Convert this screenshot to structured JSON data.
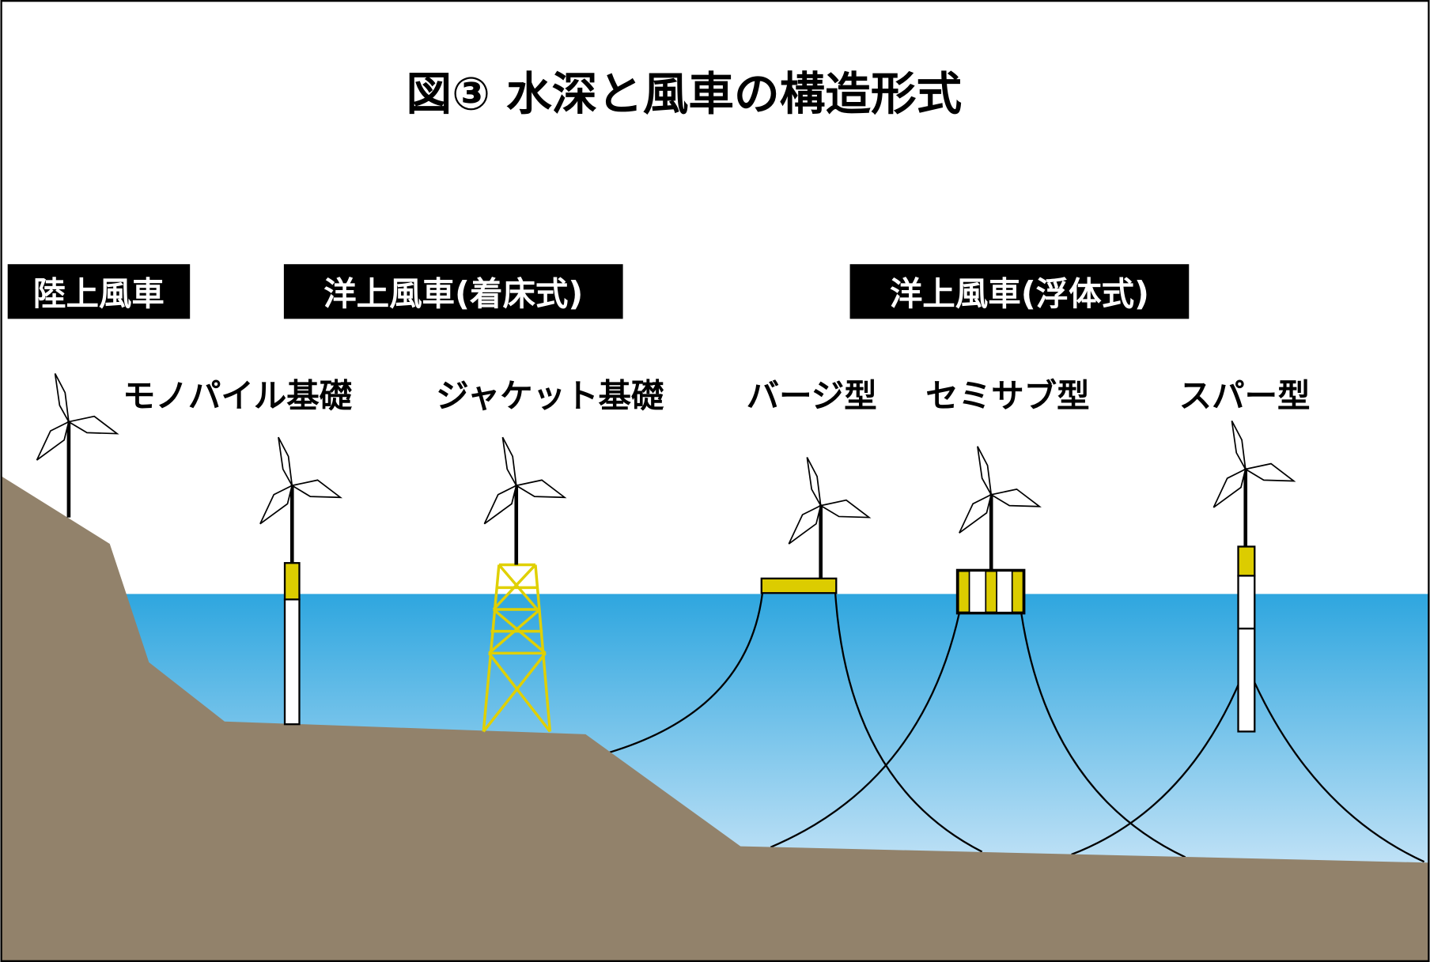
{
  "title": "図③ 水深と風車の構造形式",
  "categories": {
    "onshore": "陸上風車",
    "offshore_fixed": "洋上風車(着床式)",
    "offshore_floating": "洋上風車(浮体式)"
  },
  "types": {
    "monopile": "モノパイル基礎",
    "jacket": "ジャケット基礎",
    "barge": "バージ型",
    "semisub": "セミサブ型",
    "spar": "スパー型"
  },
  "colors": {
    "ground": "#92826b",
    "water_top": "#2ea6df",
    "water_bottom": "#c6e4f7",
    "foundation_yellow": "#dccc00",
    "label_bg": "#000000"
  }
}
